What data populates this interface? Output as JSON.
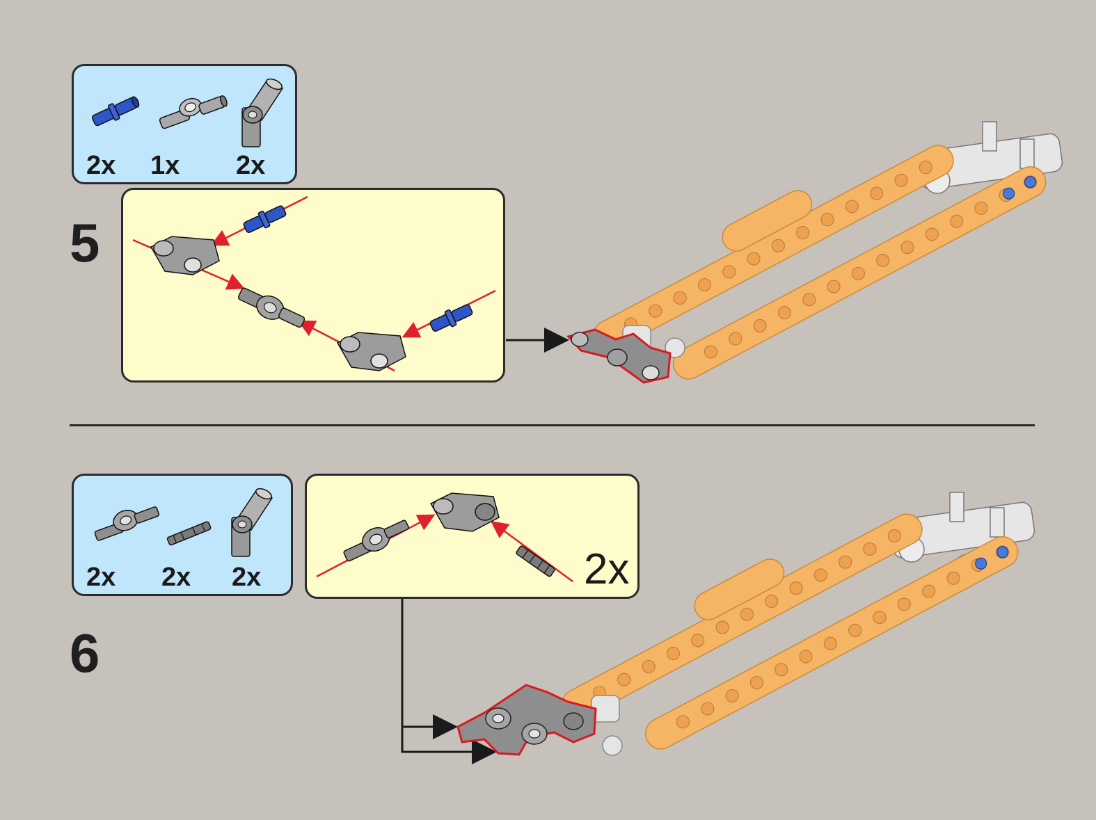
{
  "steps": [
    {
      "number": "5",
      "parts": [
        {
          "icon": "blue-axle-pin-icon",
          "qty": "2x"
        },
        {
          "icon": "axle-pin-connector-icon",
          "qty": "1x"
        },
        {
          "icon": "angle-connector-icon",
          "qty": "2x"
        }
      ],
      "subassembly_multiplier": ""
    },
    {
      "number": "6",
      "parts": [
        {
          "icon": "cross-block-axle-icon",
          "qty": "2x"
        },
        {
          "icon": "short-axle-icon",
          "qty": "2x"
        },
        {
          "icon": "angle-connector-icon",
          "qty": "2x"
        }
      ],
      "subassembly_multiplier": "2x"
    }
  ],
  "colors": {
    "background": "#c6c1ba",
    "parts_panel": "#bfe6fb",
    "subassembly_panel": "#fefccb",
    "beam_orange": "#f6b565",
    "part_gray": "#8e8e8e",
    "part_blue": "#2f56c6",
    "arrow_red": "#e0202a"
  }
}
